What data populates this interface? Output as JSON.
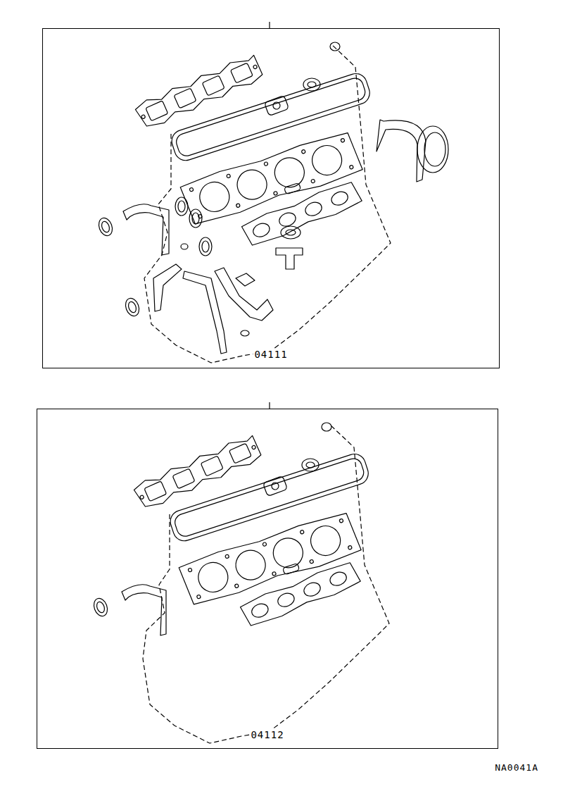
{
  "diagram": {
    "nodes": [
      {
        "text": [
          "04111"
        ]
      },
      {
        "text": [
          "04112"
        ]
      }
    ],
    "labels": [
      "NA0041A"
    ]
  }
}
